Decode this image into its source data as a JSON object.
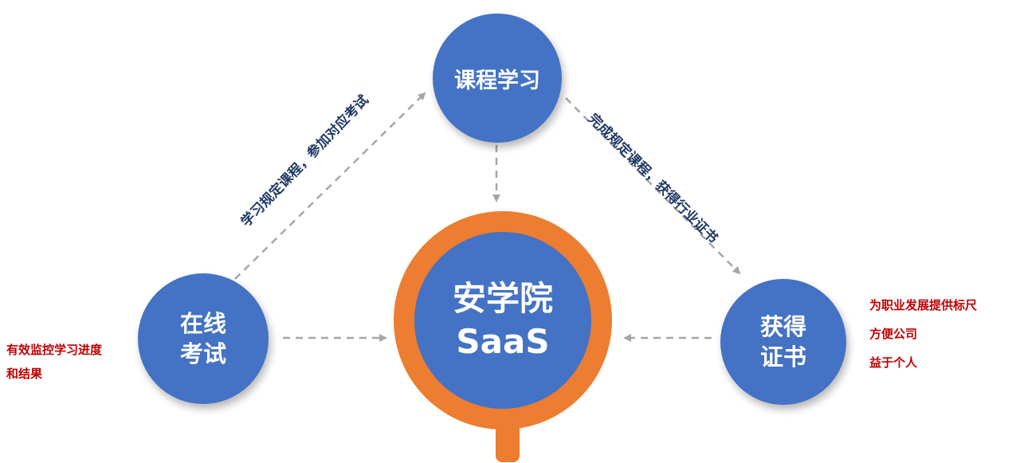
{
  "nodes": {
    "course": {
      "label": "课程学习"
    },
    "exam": {
      "line1": "在线",
      "line2": "考试"
    },
    "cert": {
      "line1": "获得",
      "line2": "证书"
    },
    "center": {
      "line1": "安学院",
      "line2": "SaaS"
    }
  },
  "edges": {
    "exam_to_course": "学习规定课程，参加对应考试",
    "course_to_cert": "完成规定课程，获得行业证书"
  },
  "notes": {
    "exam": [
      "有效监控学习进度",
      "和结果"
    ],
    "cert": [
      "为职业发展提供标尺",
      "方便公司",
      "益于个人"
    ]
  },
  "colors": {
    "node_blue": "#4472c4",
    "ring_orange": "#ed7d31",
    "arrow_gray": "#a6a6a6",
    "edge_label": "#1f3864",
    "note_red": "#c00000"
  }
}
